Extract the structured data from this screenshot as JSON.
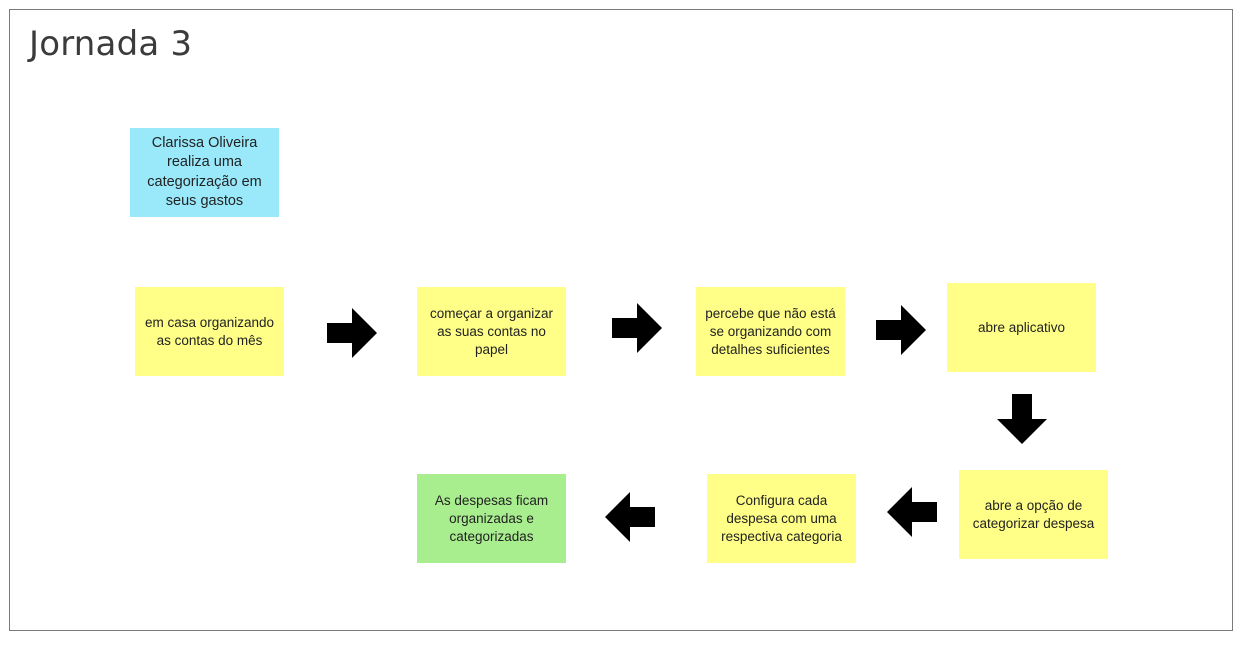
{
  "title": "Jornada 3",
  "persona": "Clarissa Oliveira realiza uma categorização em seus gastos",
  "steps": [
    "em casa organizando as contas do mês",
    "começar a organizar as suas contas no papel",
    "percebe que não está se organizando com detalhes suficientes",
    "abre aplicativo",
    "abre a opção de categorizar despesa",
    "Configura cada despesa com uma respectiva categoria",
    "As despesas ficam organizadas e categorizadas"
  ],
  "colors": {
    "persona_note": "#9ae9fb",
    "step_note": "#ffff88",
    "final_note": "#a8ee8e",
    "arrow": "#000000",
    "border": "#7a7a7a"
  }
}
